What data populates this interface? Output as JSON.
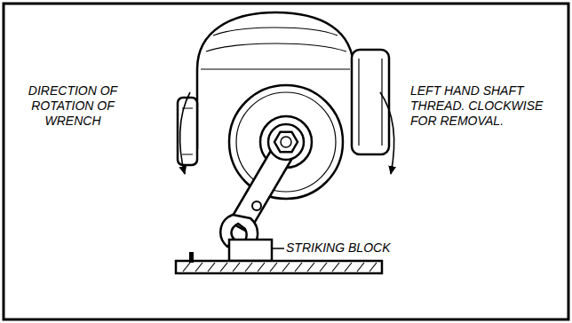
{
  "diagram": {
    "labels": [
      "DIRECTION OF ROTATION OF WRENCH",
      "LEFT HAND SHAFT THREAD. CLOCKWISE FOR REMOVAL.",
      "STRIKING BLOCK"
    ]
  }
}
